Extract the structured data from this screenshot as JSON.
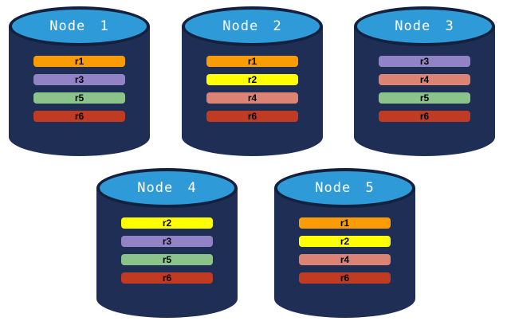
{
  "diagram": {
    "background": "#FFFFFF",
    "cylinder_body_color": "#1F2E54",
    "cylinder_outline_color": "#13203E",
    "cylinder_top_color": "#2E9BD8",
    "node_label_color": "#FFFFFF",
    "replica_label_color": "#000000"
  },
  "replica_colors": {
    "r1": "#F99C06",
    "r2": "#FFFF00",
    "r3": "#9283C6",
    "r4": "#DC8373",
    "r5": "#8AC48A",
    "r6": "#C13B22"
  },
  "nodes": [
    {
      "label": "Node 1",
      "replicas": [
        "r1",
        "r3",
        "r5",
        "r6"
      ]
    },
    {
      "label": "Node 2",
      "replicas": [
        "r1",
        "r2",
        "r4",
        "r6"
      ]
    },
    {
      "label": "Node 3",
      "replicas": [
        "r3",
        "r4",
        "r5",
        "r6"
      ]
    },
    {
      "label": "Node 4",
      "replicas": [
        "r2",
        "r3",
        "r5",
        "r6"
      ]
    },
    {
      "label": "Node 5",
      "replicas": [
        "r1",
        "r2",
        "r4",
        "r6"
      ]
    }
  ]
}
